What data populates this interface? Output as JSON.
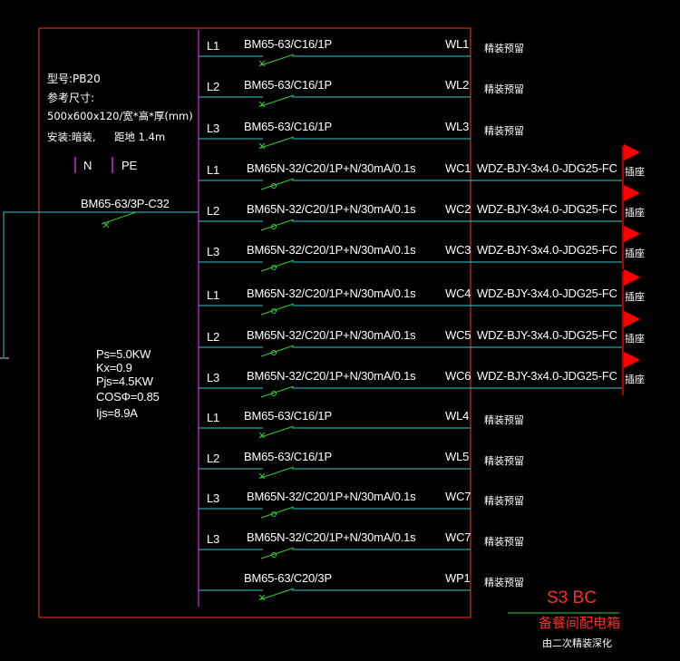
{
  "panel": {
    "model": "型号:PB20",
    "size_label": "参考尺寸:",
    "size_value": "500x600x120/宽*高*厚(mm)",
    "install": "安装:暗装,",
    "height": "距地 1.4m",
    "n_label": "N",
    "pe_label": "PE",
    "main_breaker": "BM65-63/3P-C32"
  },
  "calc": {
    "ps": "Ps=5.0KW",
    "kx": "Kx=0.9",
    "pjs": "Pjs=4.5KW",
    "cos": "COSΦ=0.85",
    "ijs": "Ijs=8.9A"
  },
  "circuits": [
    {
      "phase": "L1",
      "breaker": "BM65-63/C16/1P",
      "id": "WL1",
      "load": "精装预留",
      "socket": "",
      "rcd": false
    },
    {
      "phase": "L2",
      "breaker": "BM65-63/C16/1P",
      "id": "WL2",
      "load": "精装预留",
      "socket": "",
      "rcd": false
    },
    {
      "phase": "L3",
      "breaker": "BM65-63/C16/1P",
      "id": "WL3",
      "load": "精装预留",
      "socket": "",
      "rcd": false
    },
    {
      "phase": "L1",
      "breaker": "BM65N-32/C20/1P+N/30mA/0.1s",
      "id": "WC1",
      "load": "WDZ-BJY-3x4.0-JDG25-FC",
      "socket": "插座",
      "rcd": true
    },
    {
      "phase": "L2",
      "breaker": "BM65N-32/C20/1P+N/30mA/0.1s",
      "id": "WC2",
      "load": "WDZ-BJY-3x4.0-JDG25-FC",
      "socket": "插座",
      "rcd": true
    },
    {
      "phase": "L3",
      "breaker": "BM65N-32/C20/1P+N/30mA/0.1s",
      "id": "WC3",
      "load": "WDZ-BJY-3x4.0-JDG25-FC",
      "socket": "插座",
      "rcd": true
    },
    {
      "phase": "L1",
      "breaker": "BM65N-32/C20/1P+N/30mA/0.1s",
      "id": "WC4",
      "load": "WDZ-BJY-3x4.0-JDG25-FC",
      "socket": "插座",
      "rcd": true
    },
    {
      "phase": "L2",
      "breaker": "BM65N-32/C20/1P+N/30mA/0.1s",
      "id": "WC5",
      "load": "WDZ-BJY-3x4.0-JDG25-FC",
      "socket": "插座",
      "rcd": true
    },
    {
      "phase": "L3",
      "breaker": "BM65N-32/C20/1P+N/30mA/0.1s",
      "id": "WC6",
      "load": "WDZ-BJY-3x4.0-JDG25-FC",
      "socket": "插座",
      "rcd": true
    },
    {
      "phase": "L1",
      "breaker": "BM65-63/C16/1P",
      "id": "WL4",
      "load": "精装预留",
      "socket": "",
      "rcd": false
    },
    {
      "phase": "L2",
      "breaker": "BM65-63/C16/1P",
      "id": "WL5",
      "load": "精装预留",
      "socket": "",
      "rcd": false
    },
    {
      "phase": "L3",
      "breaker": "BM65N-32/C20/1P+N/30mA/0.1s",
      "id": "WC7",
      "load": "精装预留",
      "socket": "",
      "rcd": true
    },
    {
      "phase": "L3",
      "breaker": "BM65N-32/C20/1P+N/30mA/0.1s",
      "id": "WC7",
      "load": "精装预留",
      "socket": "",
      "rcd": true
    },
    {
      "phase": "",
      "breaker": "BM65-63/C20/3P",
      "id": "WP1",
      "load": "精装预留",
      "socket": "",
      "rcd": false
    }
  ],
  "title_block": {
    "code": "S3 BC",
    "name": "备餐间配电箱",
    "note": "由二次精装深化"
  },
  "colors": {
    "frame": "#ff3333",
    "bus": "#cc33cc",
    "wire": "#33cccc",
    "breaker": "#33cc33",
    "flag": "#ff0000",
    "text": "#ffffff"
  }
}
